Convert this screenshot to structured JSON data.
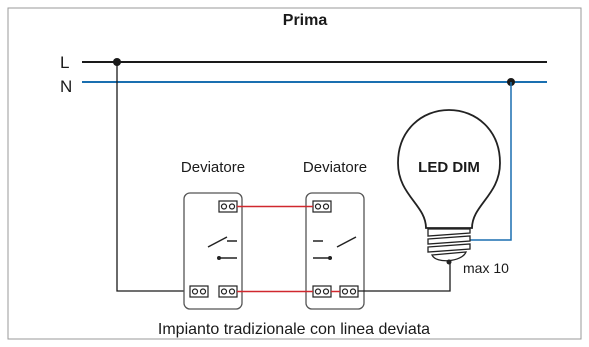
{
  "title": "Prima",
  "lines": {
    "phase_label": "L",
    "neutral_label": "N"
  },
  "switches": [
    {
      "label": "Deviatore"
    },
    {
      "label": "Deviatore"
    }
  ],
  "lamp": {
    "label": "LED DIM",
    "max_label": "max 10"
  },
  "caption": "Impianto tradizionale con linea deviata",
  "colors": {
    "phase_wire": "#1a1a1a",
    "neutral_wire": "#1a6fb0",
    "traveler_wire": "#d0282e",
    "frame": "#8c8c8c"
  }
}
